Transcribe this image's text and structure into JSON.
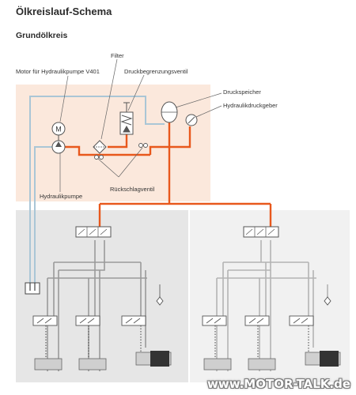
{
  "title": "Ölkreislauf-Schema",
  "subtitle": "Grundölkreis",
  "labels": {
    "filter": "Filter",
    "motor": "Motor für Hydraulikpumpe V401",
    "druckbegrenzungsventil": "Druckbegrenzungsventil",
    "druckspeicher": "Druckspeicher",
    "hydraulikdruckgeber": "Hydraulikdruckgeber",
    "hydraulikpumpe": "Hydraulikpumpe",
    "rueckschlagventil": "Rückschlagventil"
  },
  "symbols": {
    "motor": "M"
  },
  "watermark": "www.MOTOR-TALK.de",
  "colors": {
    "pressure_line": "#e8581c",
    "return_line": "#aac6d6",
    "group_line": "#9a9a9a",
    "top_panel": "#fbe8dc",
    "left_panel": "#e6e6e6",
    "right_panel": "#f1f1f1"
  }
}
